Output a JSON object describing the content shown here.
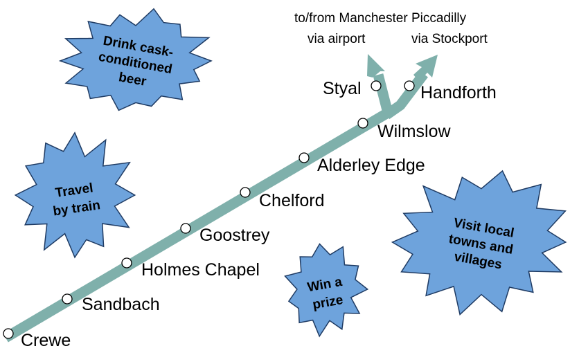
{
  "colors": {
    "line": "#7fb0ab",
    "burst_fill": "#6ea3dc",
    "burst_stroke": "#1f3b63"
  },
  "destinations": {
    "line1": "to/from Manchester Piccadilly",
    "via_airport": "via airport",
    "via_stockport": "via Stockport"
  },
  "stations": [
    {
      "name": "Crewe"
    },
    {
      "name": "Sandbach"
    },
    {
      "name": "Holmes Chapel"
    },
    {
      "name": "Goostrey"
    },
    {
      "name": "Chelford"
    },
    {
      "name": "Alderley Edge"
    },
    {
      "name": "Wilmslow"
    },
    {
      "name": "Styal"
    },
    {
      "name": "Handforth"
    }
  ],
  "bursts": [
    {
      "lines": [
        "Drink cask-",
        "conditioned",
        "beer"
      ]
    },
    {
      "lines": [
        "Travel",
        "by train"
      ]
    },
    {
      "lines": [
        "Visit local",
        "towns and",
        "villages"
      ]
    },
    {
      "lines": [
        "Win a",
        "prize"
      ]
    }
  ]
}
